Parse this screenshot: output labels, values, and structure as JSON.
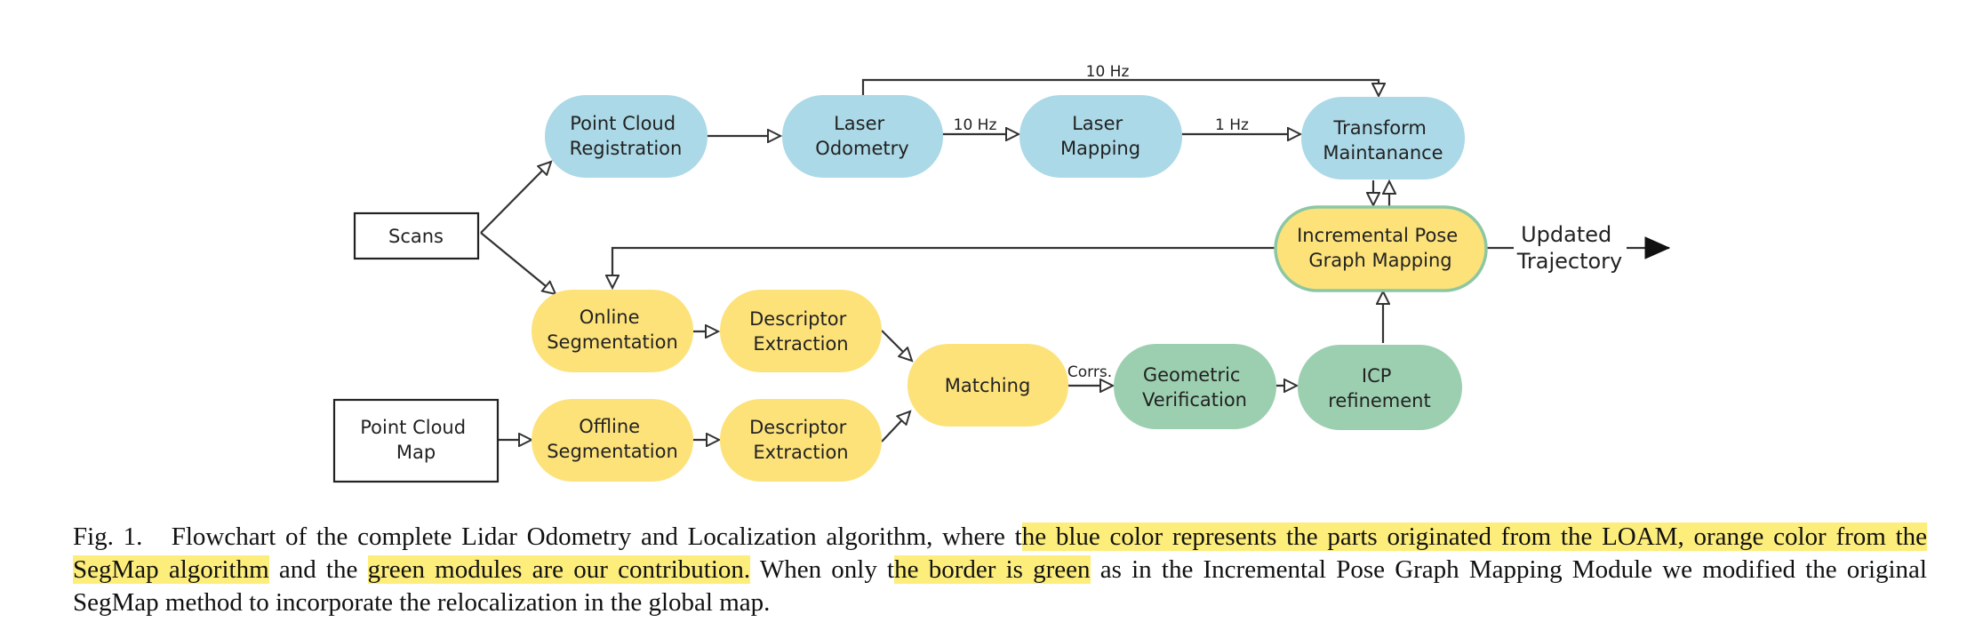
{
  "colors": {
    "loam": "#abd9e7",
    "segmap": "#fde27a",
    "contribution": "#9ccfb0",
    "contribution_border": "#8cc7a4",
    "highlight": "#fdee7c",
    "line": "#333333"
  },
  "nodes": {
    "scans": [
      "Scans"
    ],
    "map": [
      "Point Cloud",
      "Map"
    ],
    "pcr": [
      "Point Cloud",
      "Registration"
    ],
    "lo": [
      "Laser",
      "Odometry"
    ],
    "lm": [
      "Laser",
      "Mapping"
    ],
    "tm": [
      "Transform",
      "Maintanance"
    ],
    "ipgm": [
      "Incremental Pose",
      "Graph Mapping"
    ],
    "onseg": [
      "Online",
      "Segmentation"
    ],
    "offseg": [
      "Offline",
      "Segmentation"
    ],
    "de1": [
      "Descriptor",
      "Extraction"
    ],
    "de2": [
      "Descriptor",
      "Extraction"
    ],
    "match": [
      "Matching"
    ],
    "gv": [
      "Geometric",
      "Verification"
    ],
    "icp": [
      "ICP",
      "refinement"
    ]
  },
  "edge_labels": {
    "top_loop": "10 Hz",
    "lo_lm": "10 Hz",
    "lm_tm": "1 Hz",
    "corrs": "Corrs."
  },
  "output": [
    "Updated",
    "Trajectory"
  ],
  "caption": {
    "fig": "Fig. 1.",
    "p1": "Flowchart of the complete Lidar Odometry and Localization algorithm, where t",
    "h1": "he blue color represents the parts originated from the LOAM, orange color from the SegMap algorithm",
    "p2": " and the ",
    "h2": "green modules are our contribution.",
    "p3": " When only t",
    "h3": "he border is green",
    "p4": " as in the Incremental Pose Graph Mapping Module we modified the original SegMap method to incorporate the relocalization in the global map."
  }
}
